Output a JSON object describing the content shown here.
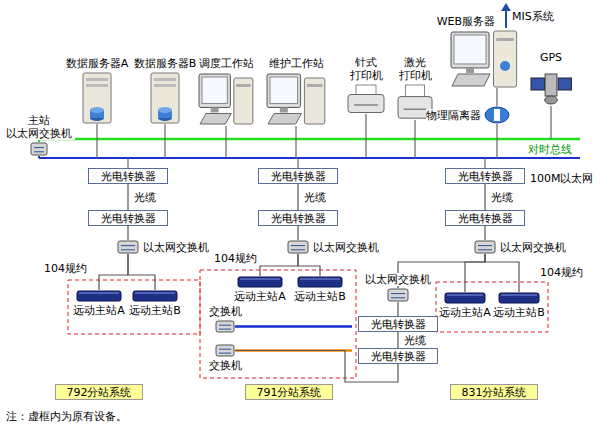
{
  "diagram": {
    "nodes": [
      {
        "text": [
          "主站 以太网交换机"
        ]
      },
      {
        "text": [
          "数据服务器A"
        ]
      },
      {
        "text": [
          "数据服务器B"
        ]
      },
      {
        "text": [
          "调度工作站"
        ]
      },
      {
        "text": [
          "维护工作站"
        ]
      },
      {
        "text": [
          "针式 打印机"
        ]
      },
      {
        "text": [
          "激光 打印机"
        ]
      },
      {
        "text": [
          "WEB服务器"
        ]
      },
      {
        "text": [
          "物理隔离器"
        ]
      },
      {
        "text": [
          "GPS"
        ]
      },
      {
        "text": [
          "光电转换器"
        ]
      },
      {
        "text": [
          "光电转换器"
        ]
      },
      {
        "text": [
          "以太网交换机"
        ]
      },
      {
        "text": [
          "远动主站A"
        ]
      },
      {
        "text": [
          "远动主站B"
        ]
      },
      {
        "text": [
          "光电转换器"
        ]
      },
      {
        "text": [
          "光电转换器"
        ]
      },
      {
        "text": [
          "以太网交换机"
        ]
      },
      {
        "text": [
          "远动主站A"
        ]
      },
      {
        "text": [
          "远动主站B"
        ]
      },
      {
        "text": [
          "交换机"
        ]
      },
      {
        "text": [
          "交换机"
        ]
      },
      {
        "text": [
          "光电转换器"
        ]
      },
      {
        "text": [
          "光电转换器"
        ]
      },
      {
        "text": [
          "以太网交换机"
        ]
      },
      {
        "text": [
          "以太网交换机"
        ]
      },
      {
        "text": [
          "远动主站A"
        ]
      },
      {
        "text": [
          "远动主站B"
        ]
      },
      {
        "text": [
          "光电转换器"
        ]
      },
      {
        "text": [
          "光电转换器"
        ]
      },
      {
        "text": [
          "792分站系统"
        ]
      },
      {
        "text": [
          "791分站系统"
        ]
      },
      {
        "text": [
          "831分站系统"
        ]
      }
    ],
    "edges": [
      {
        "from": 10,
        "to": 11,
        "label": "光缆",
        "arrow": "none"
      },
      {
        "from": 11,
        "to": 12,
        "arrow": "none"
      },
      {
        "from": 12,
        "to": 13,
        "arrow": "none"
      },
      {
        "from": 12,
        "to": 14,
        "arrow": "none"
      },
      {
        "from": 15,
        "to": 16,
        "label": "光缆",
        "arrow": "none"
      },
      {
        "from": 16,
        "to": 17,
        "arrow": "none"
      },
      {
        "from": 17,
        "to": 18,
        "arrow": "none"
      },
      {
        "from": 17,
        "to": 19,
        "arrow": "none"
      },
      {
        "from": 22,
        "to": 23,
        "label": "光缆",
        "arrow": "none"
      },
      {
        "from": 23,
        "to": 24,
        "arrow": "none"
      },
      {
        "from": 24,
        "to": 25,
        "arrow": "none"
      },
      {
        "from": 24,
        "to": 26,
        "arrow": "none"
      },
      {
        "from": 24,
        "to": 27,
        "arrow": "none"
      },
      {
        "from": 25,
        "to": 28,
        "arrow": "none"
      },
      {
        "from": 28,
        "to": 29,
        "label": "光缆",
        "arrow": "none"
      },
      {
        "from": 29,
        "to": 21,
        "arrow": "none"
      }
    ],
    "labels": [
      "对时总线",
      "100M以太网",
      "MIS系统",
      "104规约",
      "104规约",
      "104规约",
      "注：虚框内为原有设备。"
    ]
  }
}
